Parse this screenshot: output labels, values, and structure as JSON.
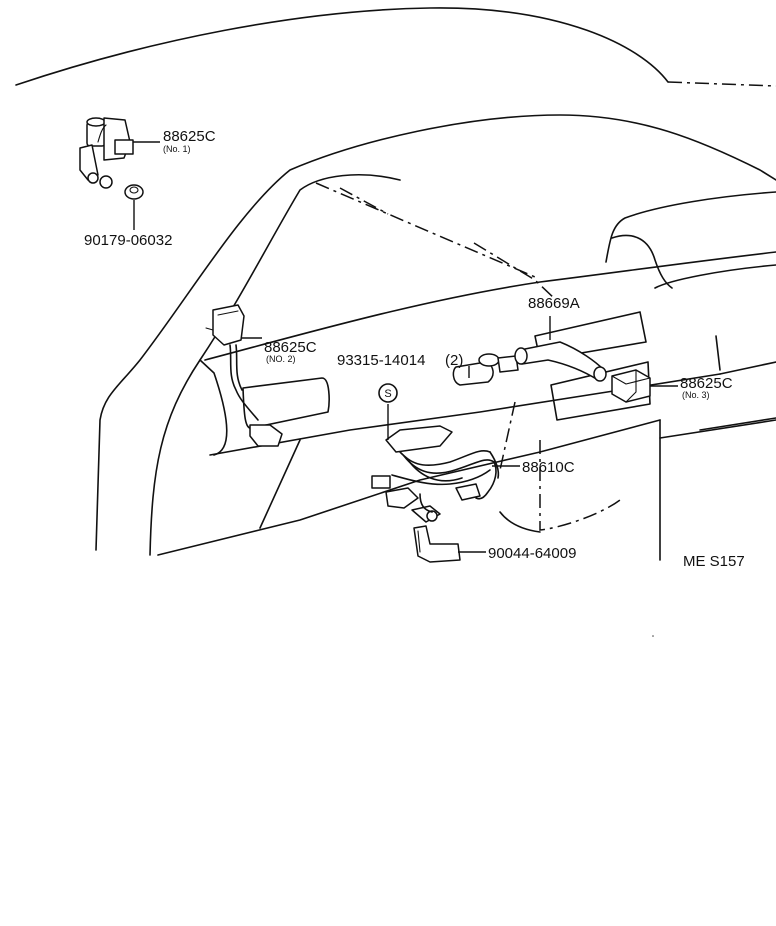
{
  "callouts": {
    "sensor_no1": {
      "part": "88625C",
      "sub": "(No. 1)"
    },
    "grommet": {
      "part": "90179-06032"
    },
    "sensor_no2": {
      "part": "88625C",
      "sub": "(NO. 2)"
    },
    "nozzle": {
      "part": "93315-14014",
      "qty": "(2)"
    },
    "symbol": {
      "mark": "S"
    },
    "hose": {
      "part": "88669A"
    },
    "sensor_no3": {
      "part": "88625C",
      "sub": "(No. 3)"
    },
    "harness": {
      "part": "88610C"
    },
    "bracket": {
      "part": "90044-64009"
    }
  },
  "figure_code": "ME S157"
}
